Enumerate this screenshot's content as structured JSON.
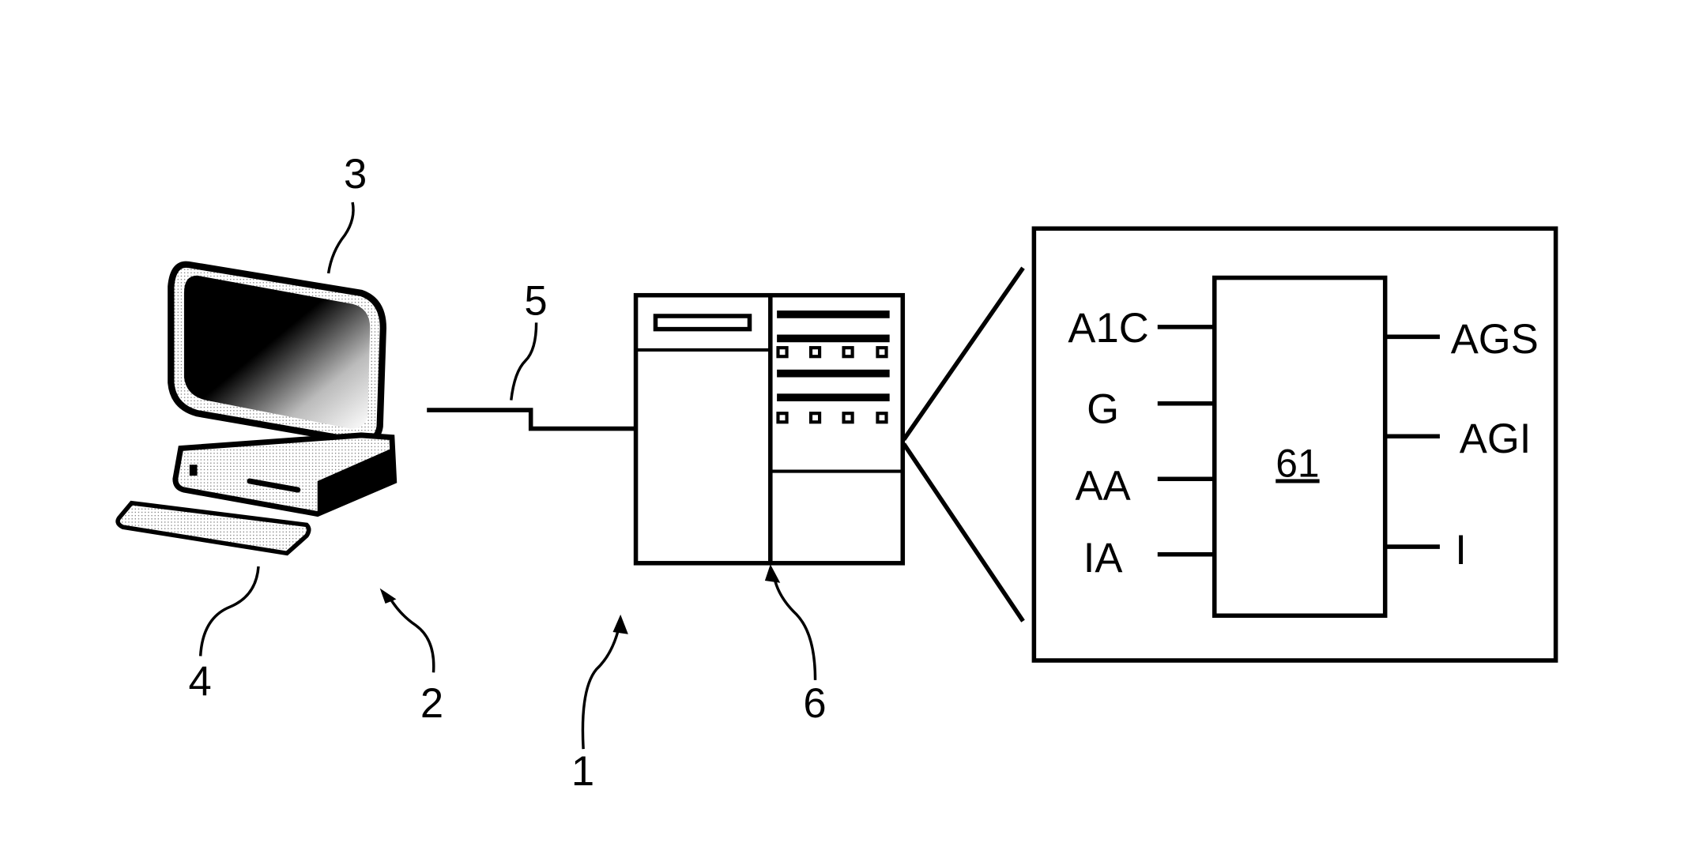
{
  "diagram": {
    "reference_numerals": {
      "system": "1",
      "client_terminal": "2",
      "monitor": "3",
      "keyboard": "4",
      "network_link": "5",
      "server": "6"
    },
    "module": {
      "label": "61",
      "inputs": [
        "A1C",
        "G",
        "AA",
        "IA"
      ],
      "outputs": [
        "AGS",
        "AGI",
        "I"
      ]
    }
  }
}
